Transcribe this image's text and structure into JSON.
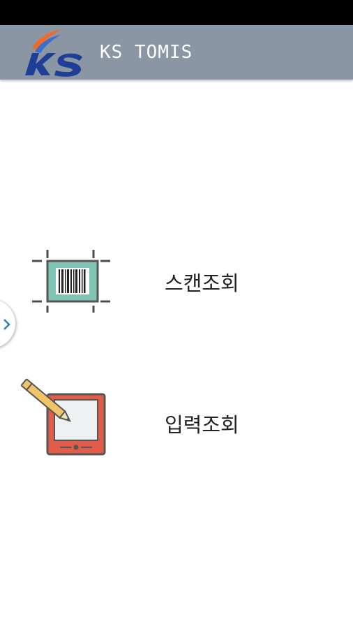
{
  "app_bar": {
    "title": "KS TOMIS",
    "logo_text": "KS"
  },
  "menu": {
    "items": [
      {
        "label": "스캔조회",
        "icon": "barcode-scan-icon"
      },
      {
        "label": "입력조회",
        "icon": "tablet-pen-icon"
      }
    ]
  },
  "drawer_handle": {
    "icon": "chevron-right-icon"
  },
  "colors": {
    "app_bar": "#8a96a3",
    "status_bar": "#000000",
    "logo_blue": "#1f3f96",
    "logo_orange": "#f06a2a",
    "scan_fill": "#7fc4b4",
    "tablet_red": "#e25c4a",
    "chevron": "#2a7fb8"
  }
}
